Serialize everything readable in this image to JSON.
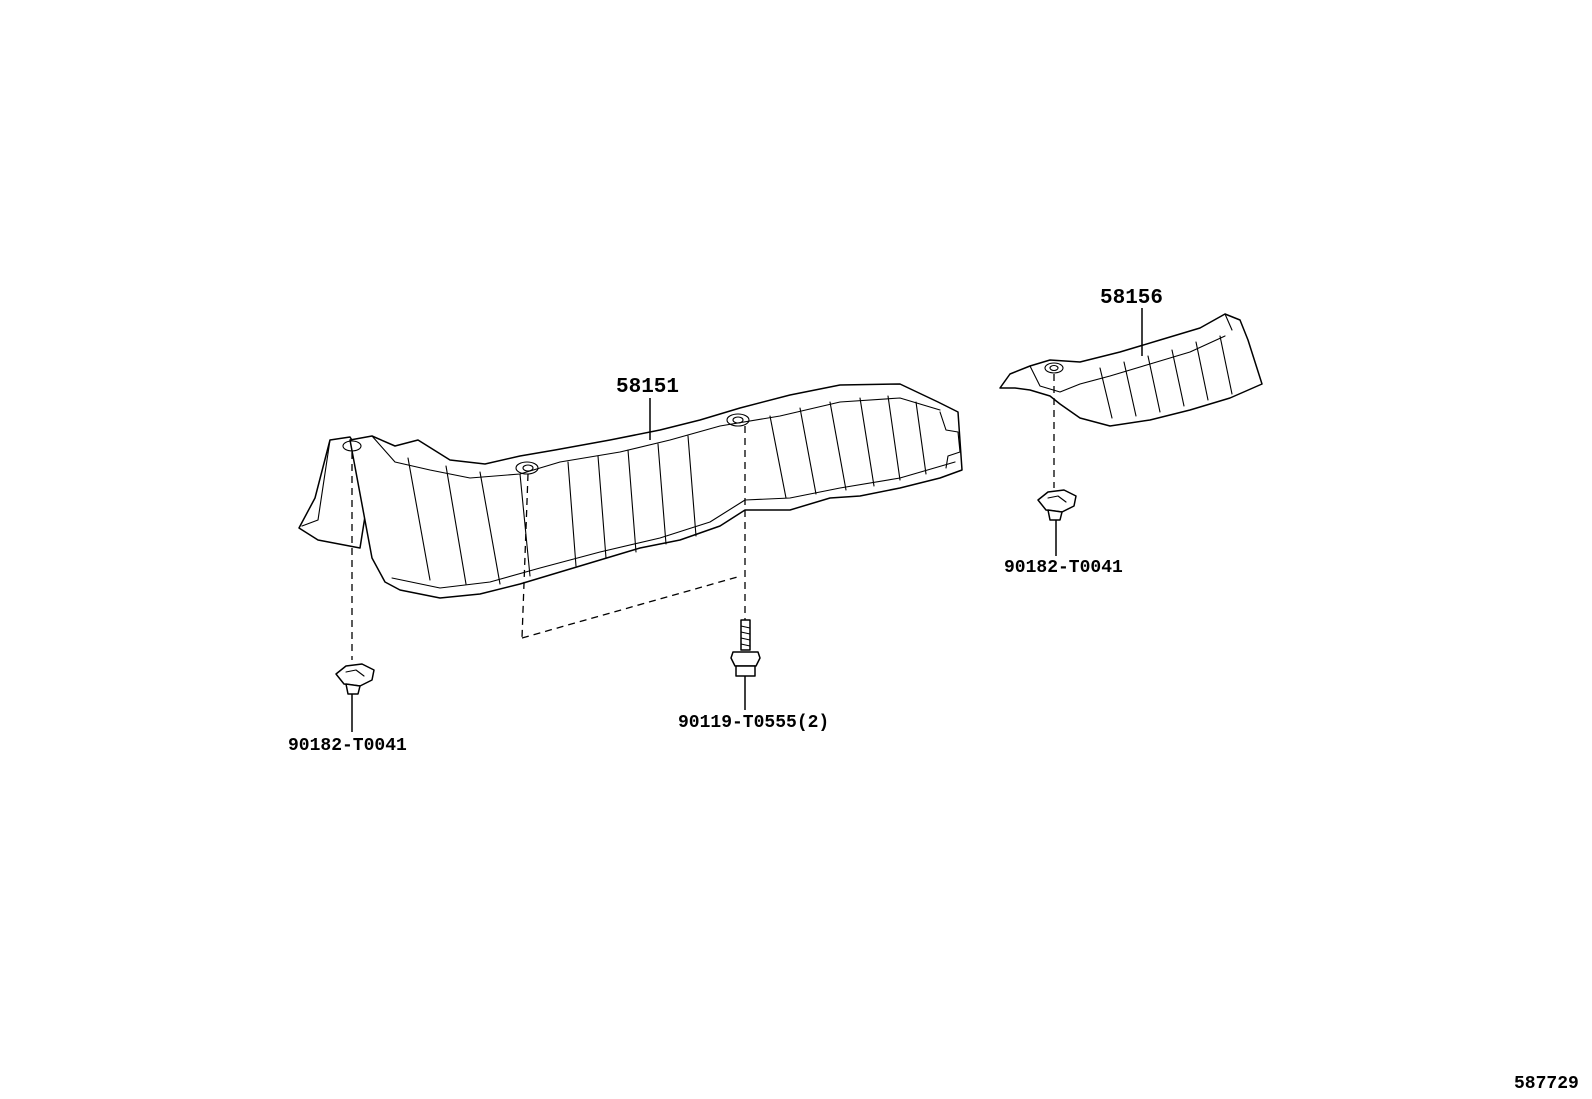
{
  "parts": {
    "main_insulator": "58151",
    "rear_insulator": "58156",
    "clip_left": "90182-T0041",
    "clip_right": "90182-T0041",
    "bolt": "90119-T0555(2)"
  },
  "diagram_id": "587729"
}
